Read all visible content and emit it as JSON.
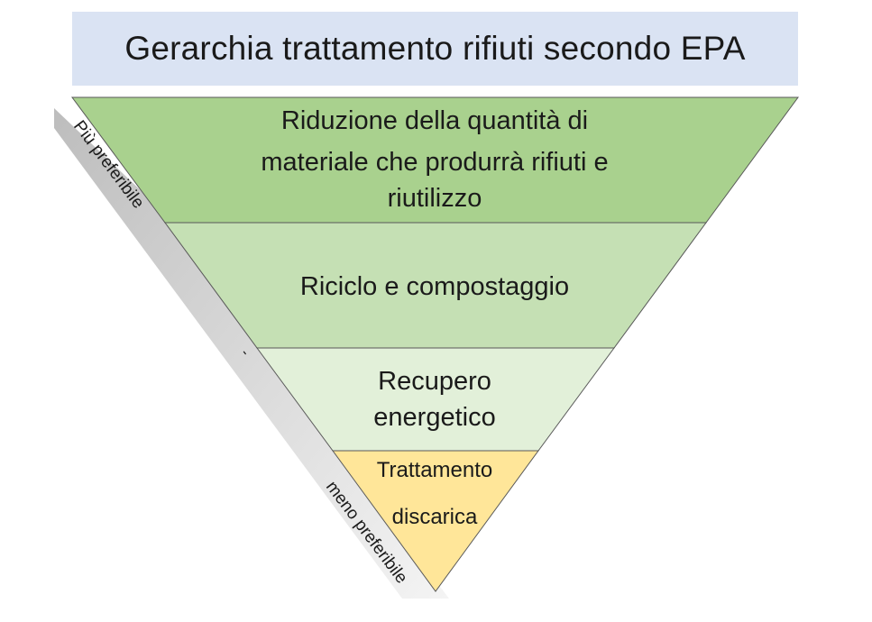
{
  "title": "Gerarchia trattamento rifiuti secondo EPA",
  "levels": [
    {
      "lines": [
        "Riduzione della quantità di",
        "materiale che produrrà rifiuti e",
        "riutilizzo"
      ],
      "color": "#a9d18e"
    },
    {
      "lines": [
        "Riciclo e compostaggio"
      ],
      "color": "#c5e0b4"
    },
    {
      "lines": [
        "Recupero",
        "energetico"
      ],
      "color": "#e2f0d9"
    },
    {
      "lines": [
        "Trattamento",
        "discarica"
      ],
      "color": "#ffe699"
    }
  ],
  "side_arrow": {
    "top_label": "Più preferibile",
    "mid_label": "-",
    "bottom_label": "meno preferibile"
  },
  "colors": {
    "title_background": "#dae3f3",
    "outline": "#595959",
    "arrow_gradient_start": "#bfbfbf",
    "arrow_gradient_end": "#f2f2f2"
  }
}
